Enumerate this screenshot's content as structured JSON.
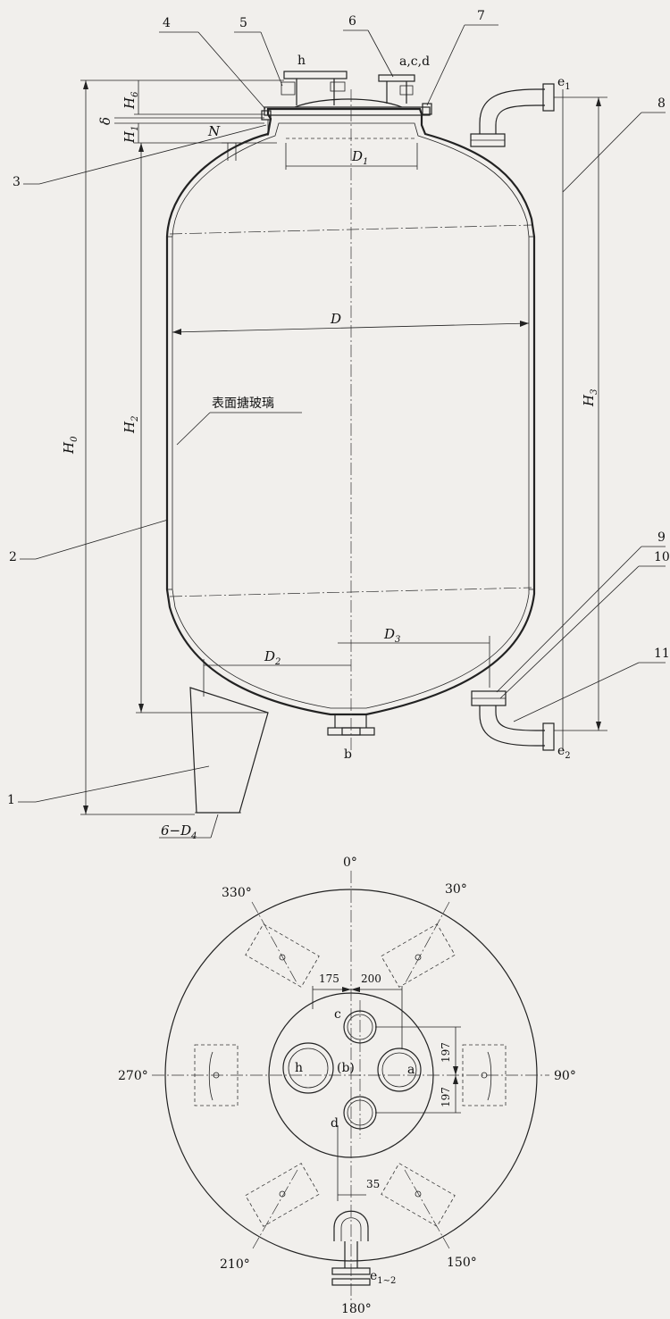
{
  "front_view": {
    "callouts": [
      "1",
      "2",
      "3",
      "4",
      "5",
      "6",
      "7",
      "8",
      "9",
      "10",
      "11"
    ],
    "nozzles": {
      "h": "h",
      "acd": "a,c,d",
      "b": "b",
      "e1": "e",
      "e1_sub": "1",
      "e2": "e",
      "e2_sub": "2"
    },
    "dims": {
      "H0": "H",
      "H0_sub": "0",
      "H1": "H",
      "H1_sub": "1",
      "H2": "H",
      "H2_sub": "2",
      "H3": "H",
      "H3_sub": "3",
      "H6": "H",
      "H6_sub": "6",
      "delta": "δ",
      "N": "N",
      "D": "D",
      "D1": "D",
      "D1_sub": "1",
      "D2": "D",
      "D2_sub": "2",
      "D3": "D",
      "D3_sub": "3",
      "D4": "6−D",
      "D4_sub": "4"
    },
    "note": "表面搪玻璃"
  },
  "plan_view": {
    "angles": [
      "0°",
      "30°",
      "90°",
      "150°",
      "180°",
      "210°",
      "270°",
      "330°"
    ],
    "nozzles": {
      "a": "a",
      "c": "c",
      "d": "d",
      "h": "h",
      "b": "(b)",
      "e": "e",
      "e_sub": "1∼2"
    },
    "dims": [
      "175",
      "200",
      "197",
      "197",
      "35"
    ]
  }
}
